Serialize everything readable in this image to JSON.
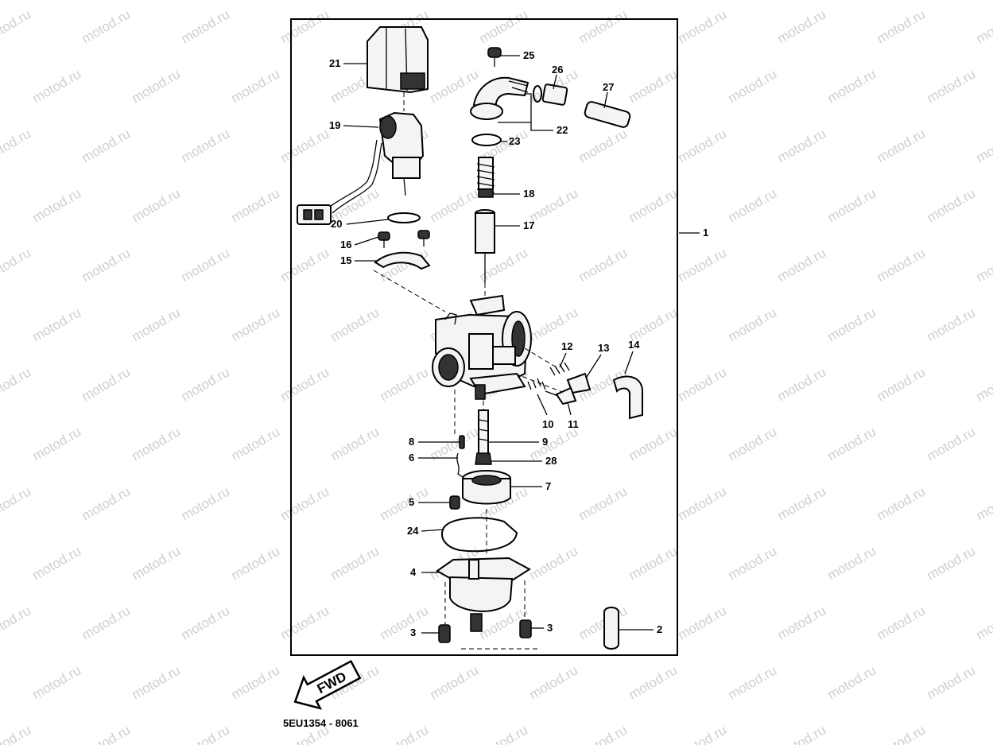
{
  "watermark_text": "motod.ru",
  "figure_code": "5EU1354 - 8061",
  "fwd_label": "FWD",
  "callouts": {
    "n1": "1",
    "n2": "2",
    "n3a": "3",
    "n3b": "3",
    "n4": "4",
    "n5": "5",
    "n6": "6",
    "n7": "7",
    "n8": "8",
    "n9": "9",
    "n10": "10",
    "n11": "11",
    "n12": "12",
    "n13": "13",
    "n14": "14",
    "n15": "15",
    "n16": "16",
    "n17": "17",
    "n18": "18",
    "n19": "19",
    "n20": "20",
    "n21": "21",
    "n22": "22",
    "n23": "23",
    "n24": "24",
    "n25": "25",
    "n26": "26",
    "n27": "27",
    "n28": "28"
  }
}
